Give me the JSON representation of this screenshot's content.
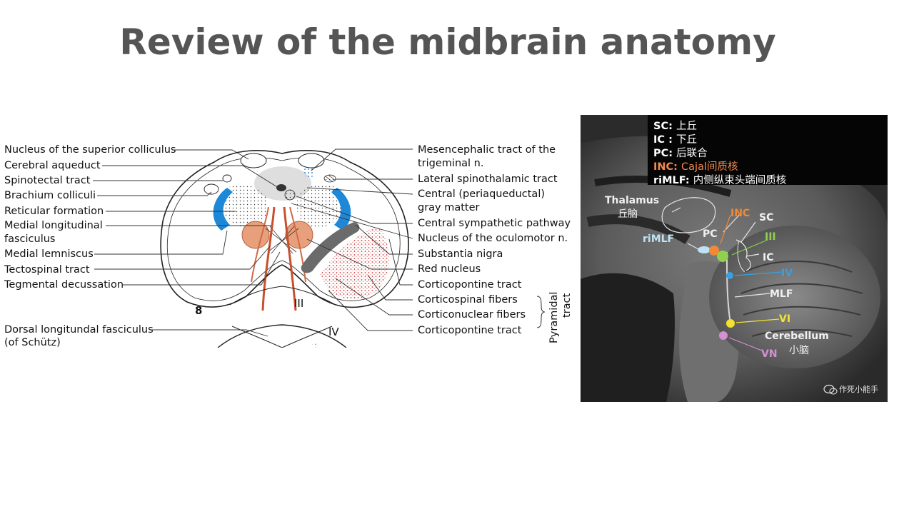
{
  "title": "Review of the midbrain anatomy",
  "left_diagram": {
    "labels_left": [
      "Nucleus of the superior colliculus",
      "Cerebral aqueduct",
      "Spinotectal tract",
      "Brachium colliculi",
      "Reticular formation",
      "Medial longitudinal",
      "fasciculus",
      "Medial lemniscus",
      "Tectospinal tract",
      "Tegmental decussation",
      "Dorsal longitundal fasciculus",
      "(of Schütz)"
    ],
    "labels_right": [
      "Mesencephalic tract of the",
      "trigeminal n.",
      "Lateral spinothalamic tract",
      "Central (periaqueductal)",
      "gray matter",
      "Central sympathetic pathway",
      "Nucleus of the oculomotor n.",
      "Substantia nigra",
      "Red nucleus",
      "Corticopontine tract",
      "Corticospinal fibers",
      "Corticonuclear fibers",
      "Corticopontine tract"
    ],
    "bracket_label": "Pyramidal",
    "bracket_label2": "tract",
    "figure_number": "8",
    "nerve_iii": "III",
    "nerve_iv": "IV"
  },
  "mri_panel": {
    "legend": [
      {
        "key": "SC:",
        "value": "上丘",
        "color": "#ffffff"
      },
      {
        "key": "IC :",
        "value": "下丘",
        "color": "#ffffff"
      },
      {
        "key": "PC:",
        "value": "后联合",
        "color": "#ffffff"
      },
      {
        "key": "INC:",
        "value": "Cajal间质核",
        "color": "#f5894a"
      },
      {
        "key": "riMLF:",
        "value": "内侧纵束头端间质核",
        "color": "#ffffff"
      }
    ],
    "labels": {
      "thalamus": "Thalamus",
      "thalamus_cn": "丘脑",
      "inc": "INC",
      "sc": "SC",
      "pc": "PC",
      "iii": "III",
      "rimlf": "riMLF",
      "ic": "IC",
      "iv": "IV",
      "mlf": "MLF",
      "vi": "VI",
      "cerebellum": "Cerebellum",
      "cerebellum_cn": "小脑",
      "vn": "VN",
      "watermark": "作死小能手"
    },
    "colors": {
      "inc": "#f08a36",
      "iii": "#8fd14f",
      "iv": "#3aa0e0",
      "vi": "#f2e233",
      "vn": "#d58fd2",
      "rimlf": "#bfe3f5"
    }
  }
}
